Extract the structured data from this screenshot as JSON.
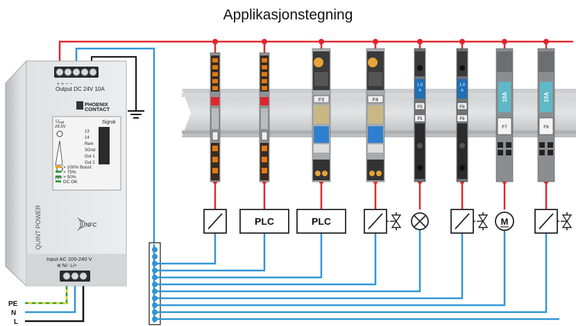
{
  "title": "Applikasjonstegning",
  "psu": {
    "brand_line1": "PHOENIX",
    "brand_line2": "CONTACT",
    "output_label": "Output DC 24V 10A",
    "output_polarity": "+ + − −",
    "uout_label": "U",
    "uout_sub": "out",
    "uout_value": "29,5V",
    "min_label": "24V",
    "signal_label": "Signal",
    "signal_pins": [
      "13",
      "14",
      "Rem",
      "SGnd",
      "Out 1",
      "Out 2"
    ],
    "led_legend": [
      "> 100% Boost",
      "> 75%",
      "> 50%",
      "DC OK"
    ],
    "model": "QUINT POWER",
    "nfc": "NFC",
    "input_label": "Input AC 100-240 V",
    "input_terminals": "⊕ N/- L/+"
  },
  "mains": [
    "PE",
    "N",
    "L"
  ],
  "devices": [
    {
      "id": "d1",
      "type": "electronic-cb",
      "label": ""
    },
    {
      "id": "d2",
      "type": "electronic-cb",
      "label": ""
    },
    {
      "id": "d3",
      "type": "electronic-cb-wide",
      "label": "F3"
    },
    {
      "id": "d4",
      "type": "electronic-cb-wide",
      "label": "F4"
    },
    {
      "id": "d5",
      "type": "fuse-terminal",
      "rating": "1.0 A",
      "label": "F5",
      "label2": "F5"
    },
    {
      "id": "d6",
      "type": "fuse-terminal",
      "rating": "1.0 A",
      "label": "F6",
      "label2": "F6"
    },
    {
      "id": "d7",
      "type": "fuse-holder",
      "rating": "10A",
      "label": "F7"
    },
    {
      "id": "d8",
      "type": "fuse-holder",
      "rating": "10A",
      "label": "F8"
    }
  ],
  "loads": [
    {
      "type": "relay",
      "label": ""
    },
    {
      "type": "plc",
      "label": "PLC"
    },
    {
      "type": "plc",
      "label": "PLC"
    },
    {
      "type": "relay-valve",
      "label": ""
    },
    {
      "type": "lamp",
      "label": ""
    },
    {
      "type": "relay-valve",
      "label": ""
    },
    {
      "type": "motor",
      "label": "M"
    },
    {
      "type": "relay-valve",
      "label": ""
    }
  ],
  "colors": {
    "positive": "#e0262b",
    "negative": "#2f95d4",
    "ground": "#111111",
    "pe_green": "#2e9b3d",
    "pe_yellow": "#e8d320"
  }
}
